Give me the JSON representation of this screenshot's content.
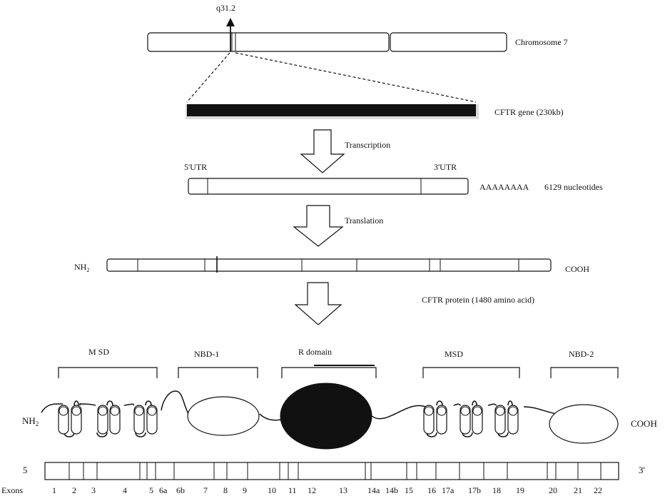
{
  "diagram": {
    "locus_label": "q31.2",
    "chromosome_label": "Chromosome 7",
    "gene_label": "CFTR gene (230kb)",
    "transcription_label": "Transcription",
    "utr5_label": "5'UTR",
    "utr3_label": "3'UTR",
    "polya_label": "AAAAAAAA",
    "mrna_length_label": "6129 nucleotides",
    "translation_label": "Translation",
    "nh2_label": "NH",
    "nh2_sub": "2",
    "cooh_label": "COOH",
    "protein_label": "CFTR protein (1480 amino acid)",
    "domains": {
      "msd1": "M SD",
      "nbd1": "NBD-1",
      "r_domain": "R domain",
      "msd2": "MSD",
      "nbd2": "NBD-2"
    },
    "structure_nh2_label": "NH",
    "structure_nh2_sub": "2",
    "structure_cooh_label": "COOH",
    "exon_bar_left_label": "5",
    "exon_bar_right_label": "3'",
    "exons_title": "Exons",
    "exon_labels": [
      "1",
      "2",
      "3",
      "4",
      "5",
      "6a",
      "6b",
      "7",
      "8",
      "9",
      "10",
      "11",
      "12",
      "13",
      "14a",
      "14b",
      "15",
      "16",
      "17a",
      "17b",
      "18",
      "19",
      "20",
      "21",
      "22"
    ]
  }
}
